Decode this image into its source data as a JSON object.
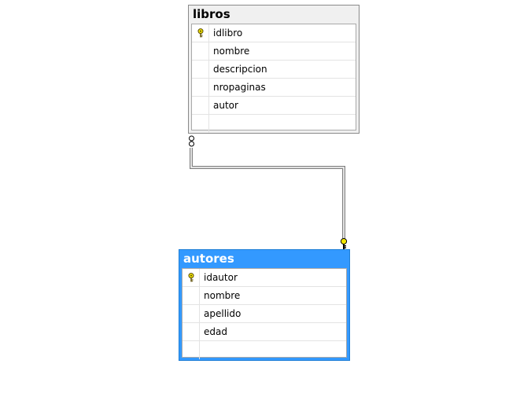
{
  "diagram": {
    "tables": {
      "libros": {
        "title": "libros",
        "columns": [
          {
            "name": "idlibro",
            "primary_key": true
          },
          {
            "name": "nombre",
            "primary_key": false
          },
          {
            "name": "descripcion",
            "primary_key": false
          },
          {
            "name": "nropaginas",
            "primary_key": false
          },
          {
            "name": "autor",
            "primary_key": false
          }
        ],
        "header_color": "#f0f0f0",
        "selected": false
      },
      "autores": {
        "title": "autores",
        "columns": [
          {
            "name": "idautor",
            "primary_key": true
          },
          {
            "name": "nombre",
            "primary_key": false
          },
          {
            "name": "apellido",
            "primary_key": false
          },
          {
            "name": "edad",
            "primary_key": false
          }
        ],
        "header_color": "#3399ff",
        "selected": true
      }
    },
    "relationship": {
      "from_table": "libros",
      "to_table": "autores",
      "from_end": "many",
      "to_end": "one-key",
      "line_color": "#808080",
      "key_color": "#f2e600"
    },
    "icons": {
      "primary_key": "key-icon"
    }
  }
}
